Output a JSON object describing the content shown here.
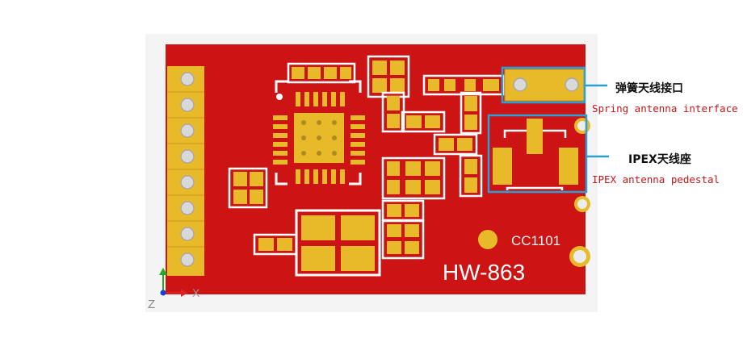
{
  "board": {
    "model_label": "HW-863",
    "chip_label": "CC1101"
  },
  "callouts": {
    "spring": {
      "label_cn": "弹簧天线接口",
      "label_en": "Spring antenna interface"
    },
    "ipex": {
      "label_cn": "IPEX天线座",
      "label_en": "IPEX antenna pedestal"
    }
  },
  "axis": {
    "z_label": "Z",
    "x_label": "X"
  },
  "colors": {
    "board": "#cc1414",
    "copper_pad": "#e8ba2a",
    "silkscreen": "#ffffff",
    "callout": "#2a9fd8",
    "english_label": "#c21818"
  }
}
